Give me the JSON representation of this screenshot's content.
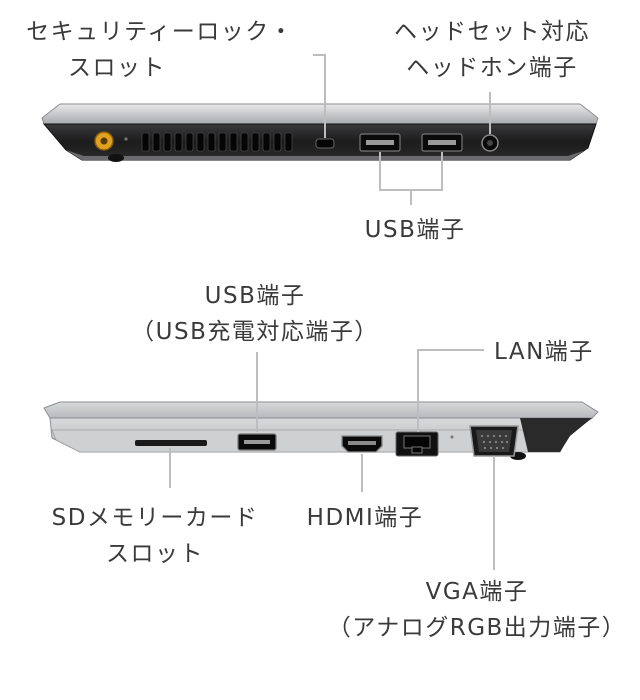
{
  "colors": {
    "body_silver": "#c9cacc",
    "body_dark": "#1e1e1e",
    "leader": "#bdbdbd",
    "power_port": "#e0a020",
    "text": "#3a3a3a"
  },
  "top_view": {
    "security_lock": [
      "セキュリティーロック・",
      "スロット"
    ],
    "headset": [
      "ヘッドセット対応",
      "ヘッドホン端子"
    ],
    "usb": [
      "USB端子"
    ]
  },
  "bottom_view": {
    "usb_charge": [
      "USB端子",
      "（USB充電対応端子）"
    ],
    "lan": [
      "LAN端子"
    ],
    "sd_card": [
      "SDメモリーカード",
      "スロット"
    ],
    "hdmi": [
      "HDMI端子"
    ],
    "vga": [
      "VGA端子",
      "（アナログRGB出力端子）"
    ]
  }
}
